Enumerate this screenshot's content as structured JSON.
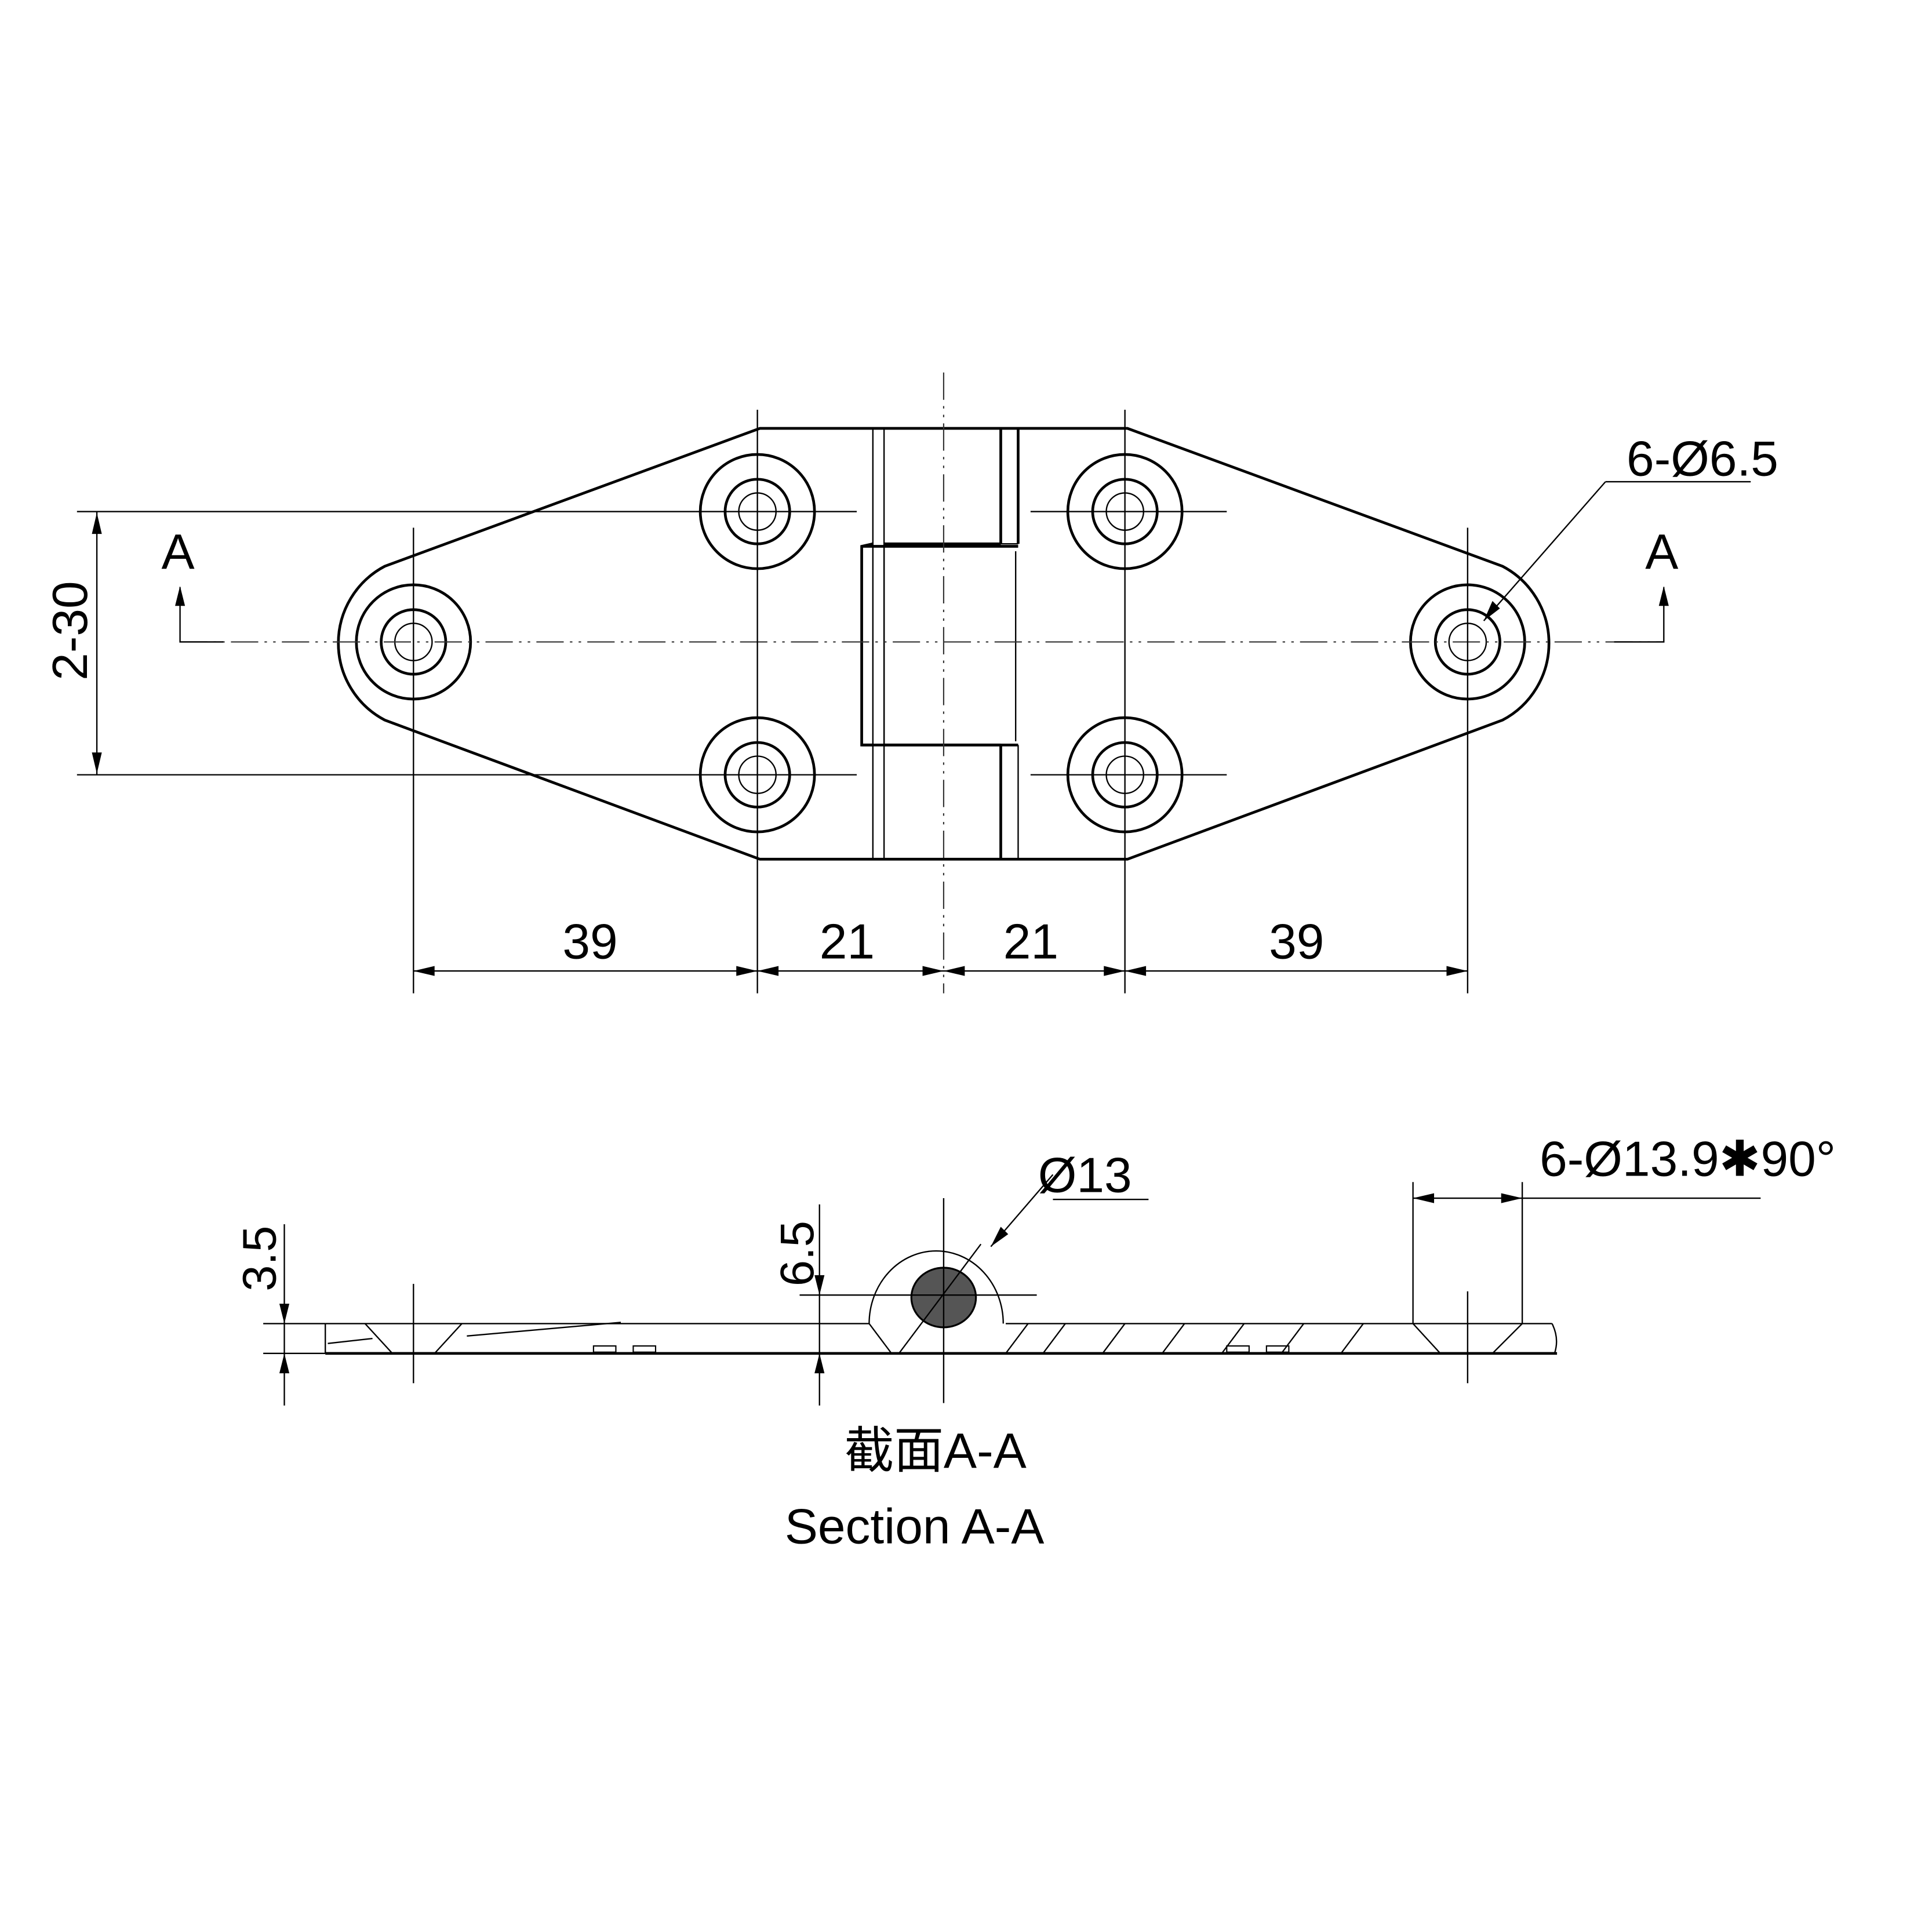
{
  "drawing": {
    "title_cn": "截面A-A",
    "title_en": "Section A-A",
    "section_marker_left": "A",
    "section_marker_right": "A",
    "colors": {
      "line": "#000000",
      "background": "#ffffff",
      "fill_pin": "#444444"
    }
  },
  "top_view": {
    "hole_callout": "6-Ø6.5",
    "height_dim": "2-30",
    "horizontal_dims": [
      "39",
      "21",
      "21",
      "39"
    ]
  },
  "section_view": {
    "pin_diameter": "Ø13",
    "countersink_callout": "6-Ø13.9✱90°",
    "thickness_dim": "3.5",
    "knuckle_height_dim": "6.5"
  }
}
